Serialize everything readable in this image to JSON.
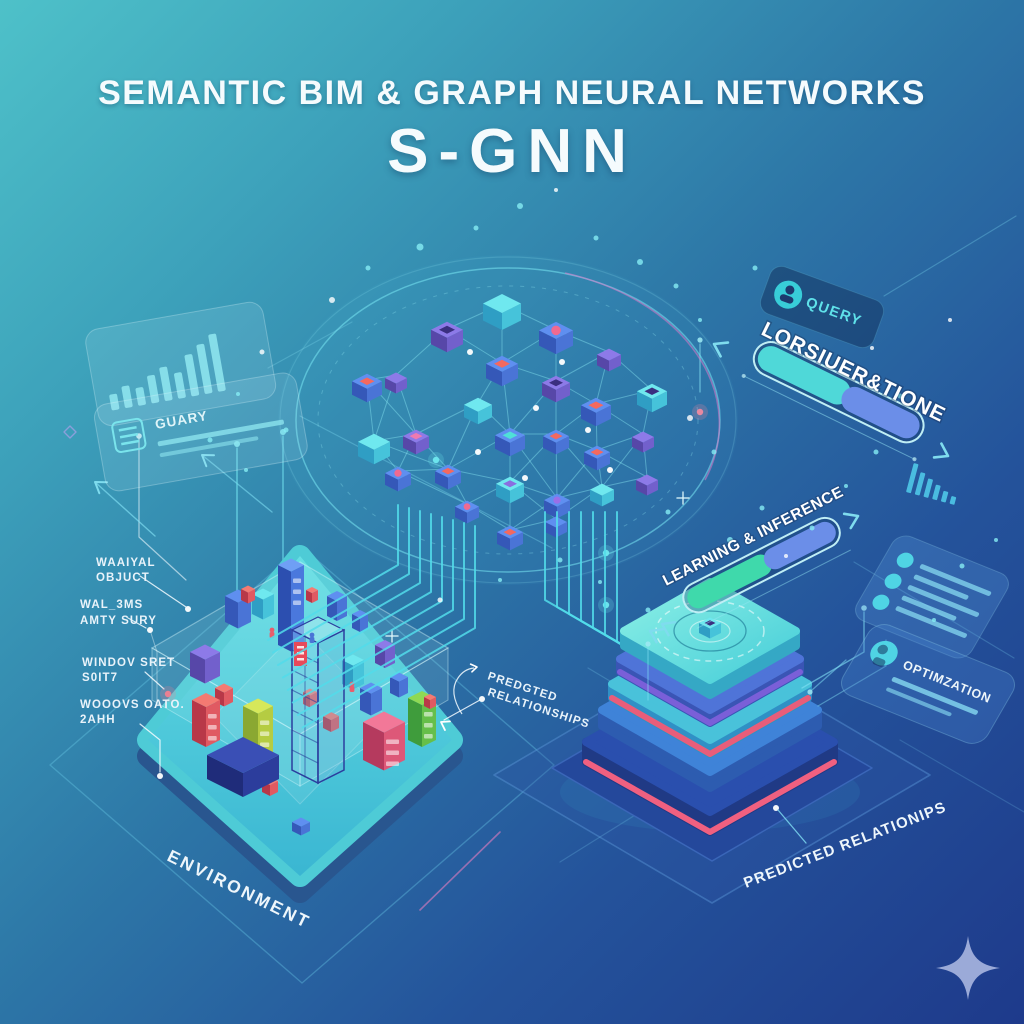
{
  "header": {
    "subtitle": "SEMANTIC BIM & GRAPH NEURAL NETWORKS",
    "title": "S-GNN"
  },
  "query_panel": {
    "badge_label": "QUERY",
    "bar_label": "LORSIUER&TIONE"
  },
  "learning_panel": {
    "bar_label": "LEARNING & INFERENCE"
  },
  "optimization_panel": {
    "label": "OPTIMZATION"
  },
  "query_card": {
    "label": "GUARY"
  },
  "environment": {
    "label": "ENVIRONMENT"
  },
  "stack": {
    "label": "PREDICTED RELATIONIPS"
  },
  "center_callout": {
    "line1": "PREDGTED",
    "line2": "RELATIONSHIPS"
  },
  "side_callouts": [
    {
      "line1": "WAAIYAL",
      "line2": "OBJUCT"
    },
    {
      "line1": "WAL_3MS",
      "line2": "AMTY SURY"
    },
    {
      "line1": "WINDOV SRET",
      "line2": "S0IT7"
    },
    {
      "line1": "WOOOVS OATO.",
      "line2": "2AHH"
    }
  ],
  "icons": {
    "query_badge": "person-search-icon",
    "query_card": "document-list-icon",
    "stats_card": "bar-chart-icon",
    "inference_glyph": "bar-chart-icon",
    "optimization_card": "brain-head-icon",
    "bottom_right": "four-point-star-icon"
  },
  "palette": {
    "background_top_left": "#4ec1c9",
    "background_bottom_right": "#1e3a8b",
    "accent_cyan": "#4fd9e6",
    "accent_teal_green": "#3fd9ab",
    "accent_blue": "#6b8ee8",
    "accent_pink": "#f2637a",
    "accent_purple": "#7b68d8"
  }
}
